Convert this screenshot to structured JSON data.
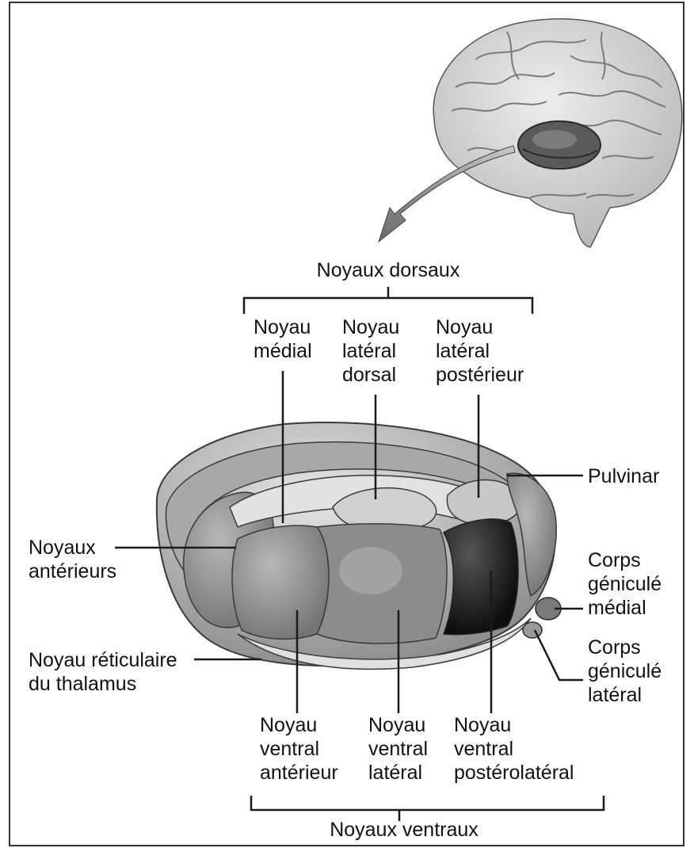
{
  "labels": {
    "dorsal_group": "Noyaux dorsaux",
    "ventral_group": "Noyaux ventraux",
    "medial": [
      "Noyau",
      "médial"
    ],
    "lateral_dorsal": [
      "Noyau",
      "latéral",
      "dorsal"
    ],
    "lateral_posterior": [
      "Noyau",
      "latéral",
      "postérieur"
    ],
    "pulvinar": "Pulvinar",
    "anterior": [
      "Noyaux",
      "antérieurs"
    ],
    "reticular": [
      "Noyau réticulaire",
      "du thalamus"
    ],
    "medial_geniculate": [
      "Corps",
      "géniculé",
      "médial"
    ],
    "lateral_geniculate": [
      "Corps",
      "géniculé",
      "latéral"
    ],
    "ventral_anterior": [
      "Noyau",
      "ventral",
      "antérieur"
    ],
    "ventral_lateral": [
      "Noyau",
      "ventral",
      "latéral"
    ],
    "ventral_posterolateral": [
      "Noyau",
      "ventral",
      "postérolatéral"
    ]
  },
  "colors": {
    "line": "#1a1a1a",
    "brain": "#d2d2d2",
    "thalamus_light": "#cfcfcf",
    "thalamus_mid": "#9c9c9c",
    "thalamus_dark": "#6e6e6e",
    "nucleus_black": "#141414"
  }
}
